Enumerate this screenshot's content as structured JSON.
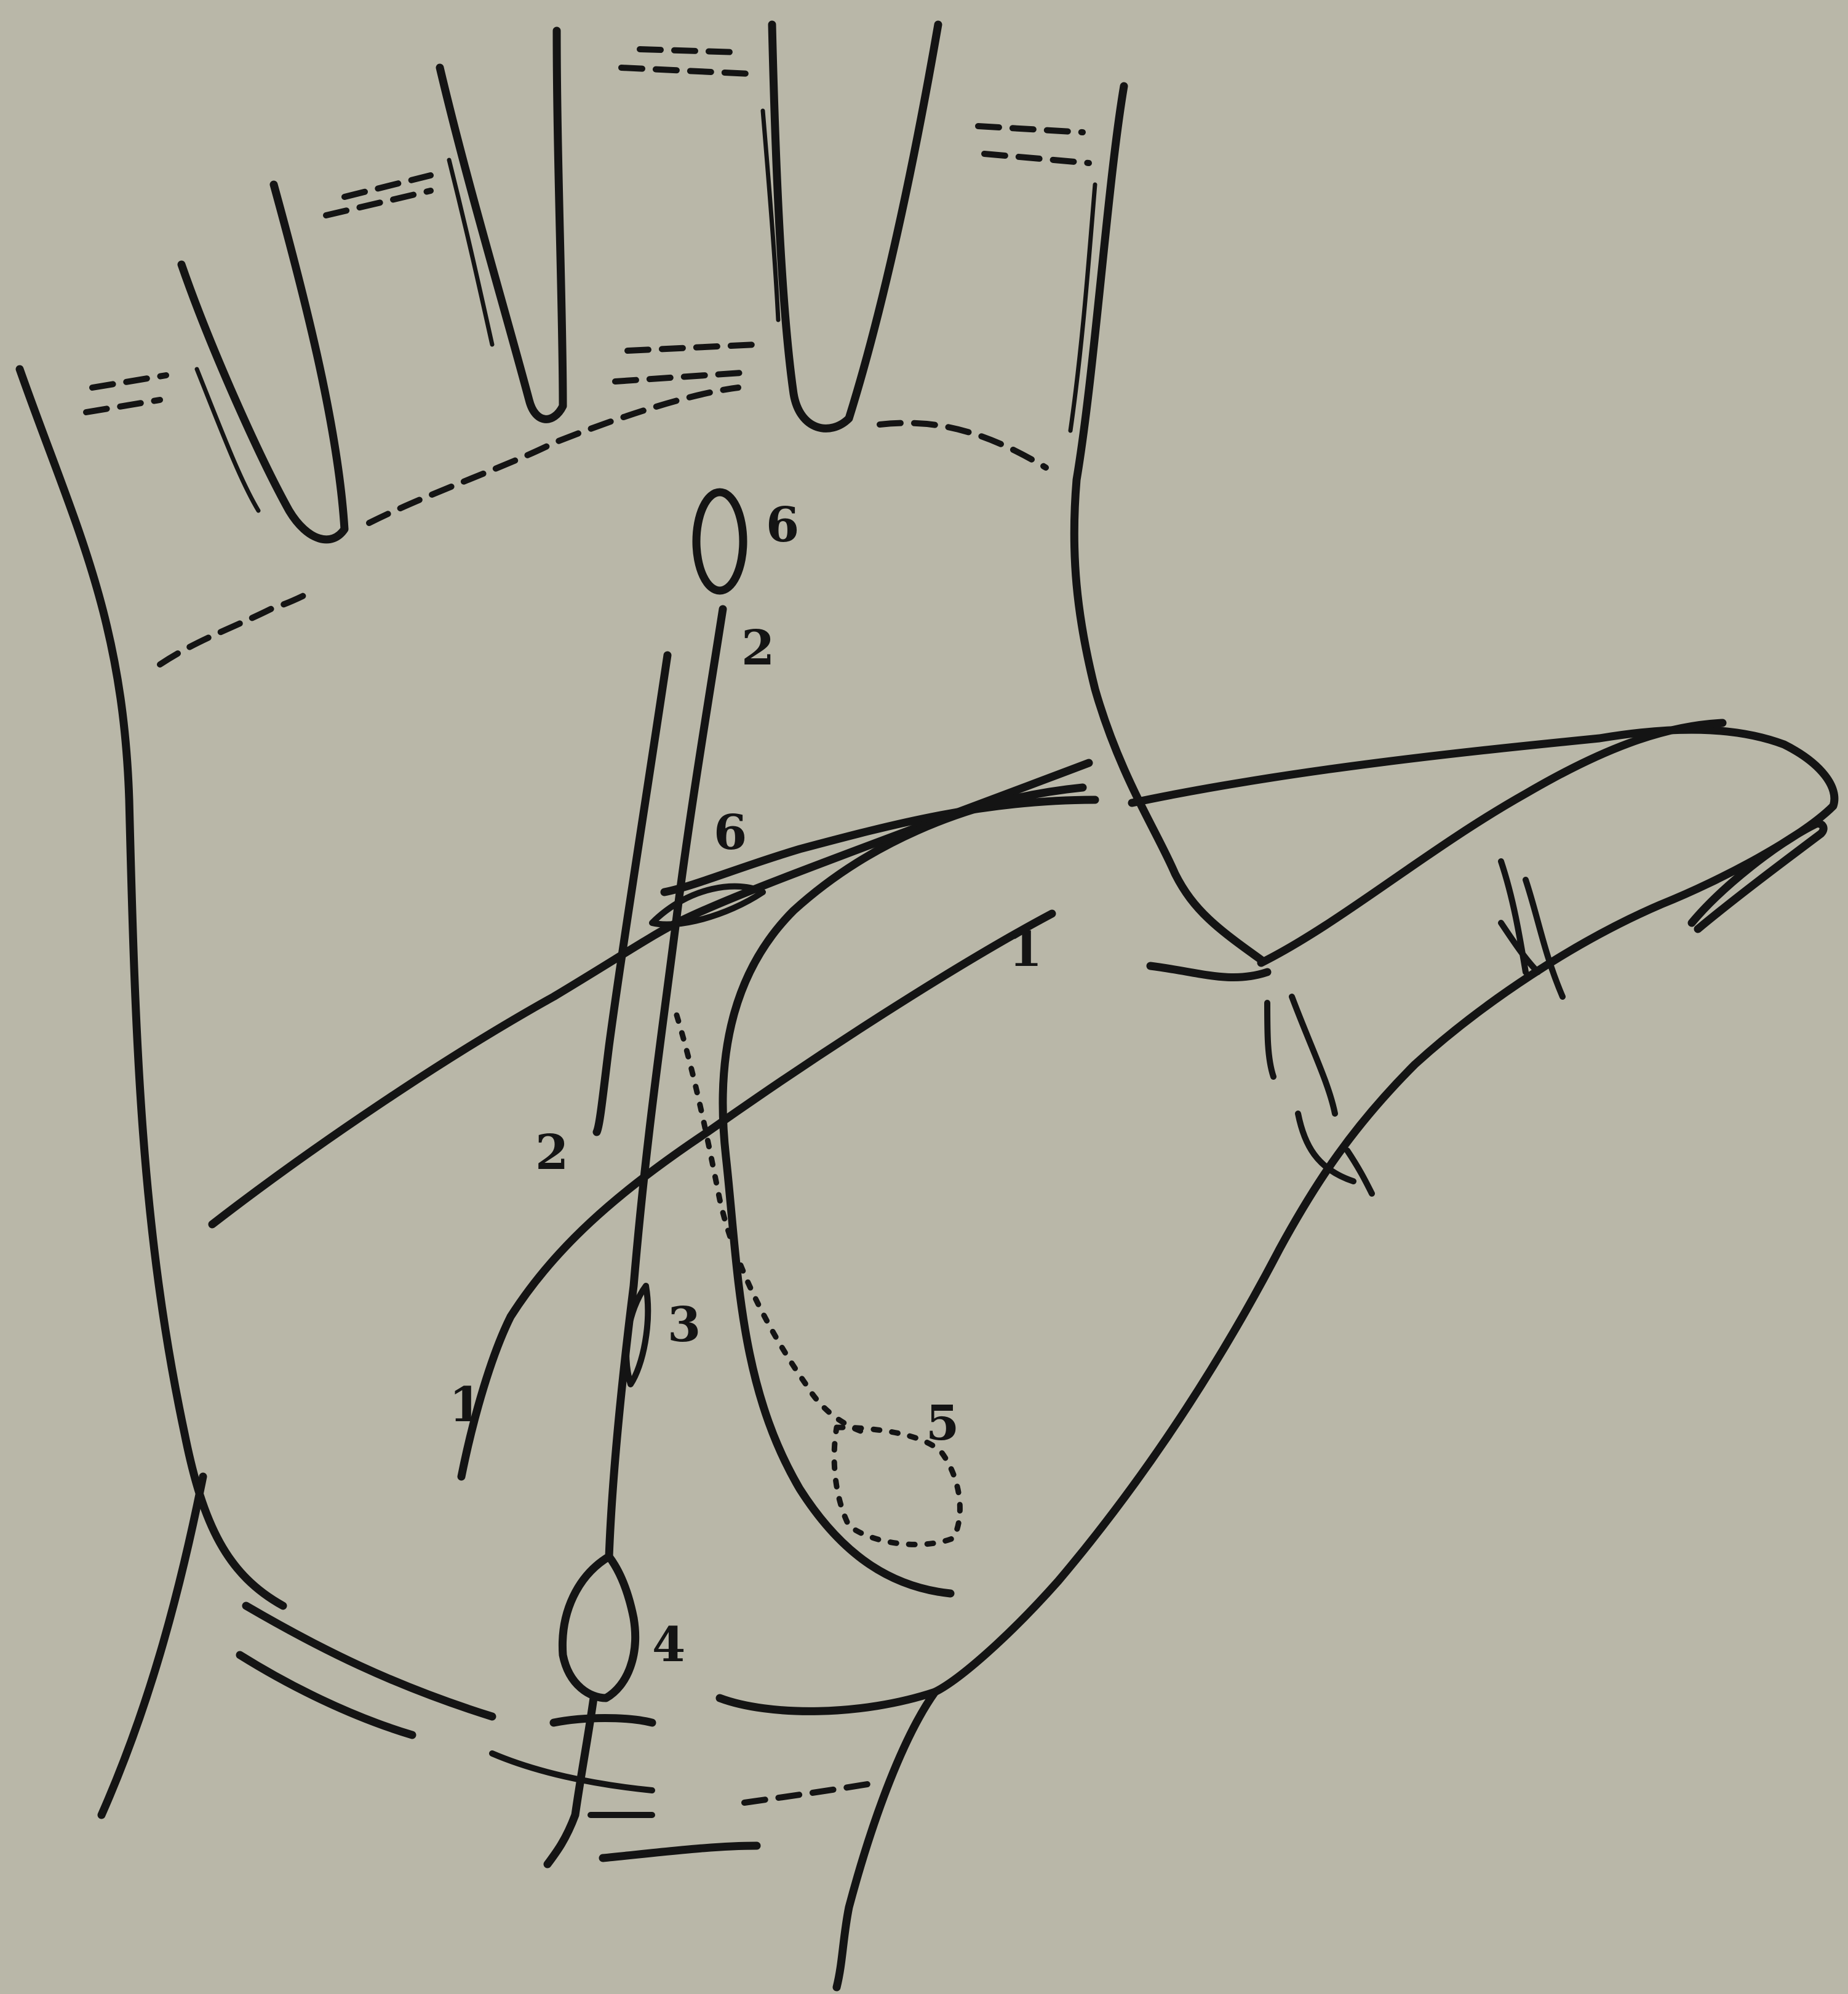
{
  "labels": {
    "upper_2": "2",
    "circle_6": "6",
    "mid_6": "6",
    "lower_2": "2",
    "right_1": "1",
    "left_1": "1",
    "label_3": "3",
    "label_5": "5",
    "bottom_4": "4"
  },
  "colors": {
    "paper": "#b9b7a8",
    "ink": "#141414"
  }
}
